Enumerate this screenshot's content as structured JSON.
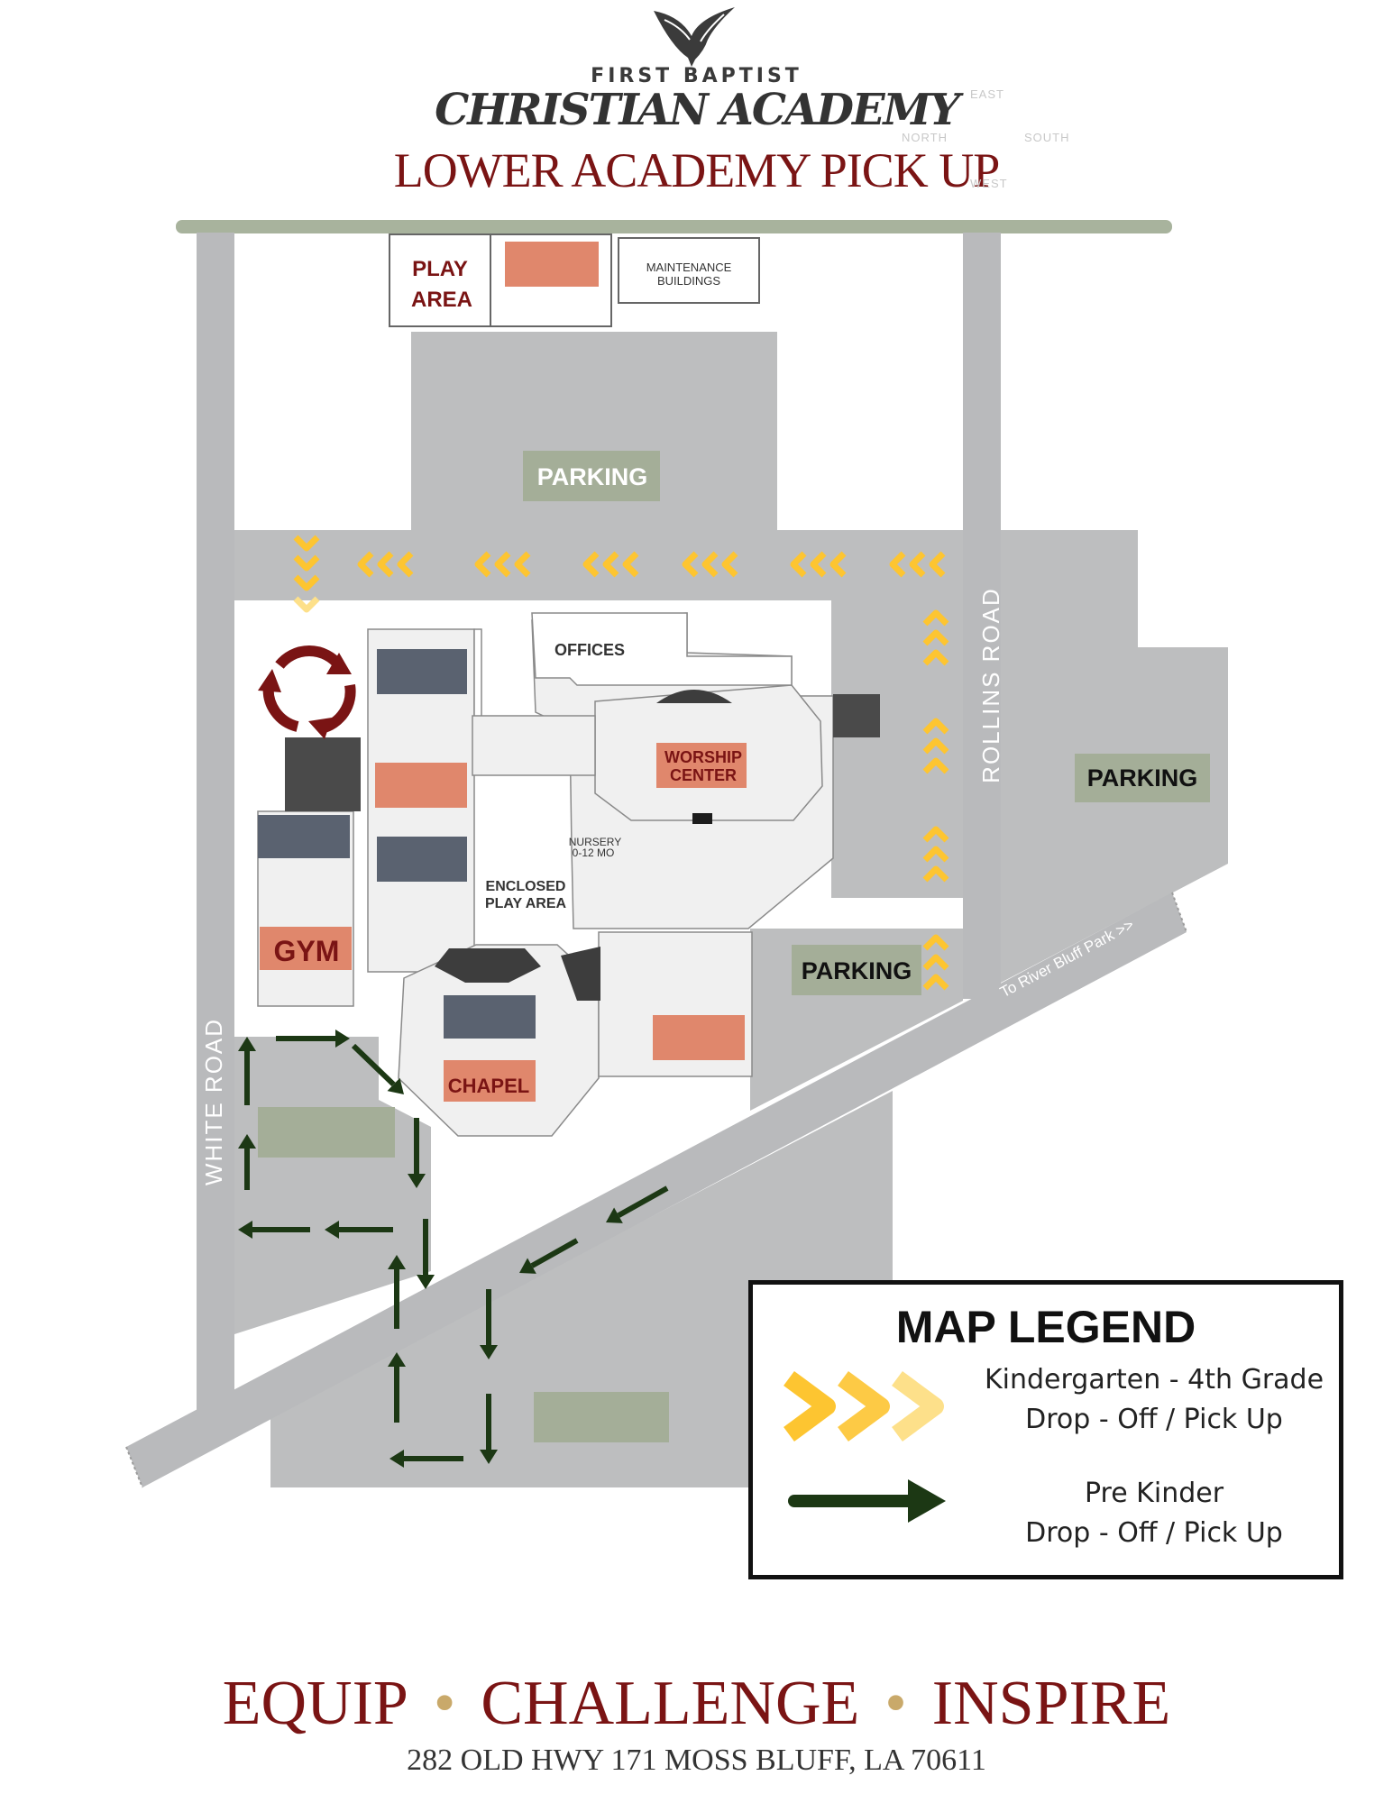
{
  "header": {
    "brand_top": "FIRST BAPTIST",
    "brand_script": "CHRISTIAN ACADEMY",
    "title": "LOWER ACADEMY PICK UP",
    "compass": {
      "east": "EAST",
      "north": "NORTH",
      "south": "SOUTH",
      "west": "WEST"
    }
  },
  "map": {
    "labels": {
      "play_area_1": "PLAY",
      "play_area_2": "AREA",
      "maintenance_1": "MAINTENANCE",
      "maintenance_2": "BUILDINGS",
      "parking_top": "PARKING",
      "parking_right": "PARKING",
      "parking_center": "PARKING",
      "offices": "OFFICES",
      "worship_1": "WORSHIP",
      "worship_2": "CENTER",
      "nursery_1": "NURSERY",
      "nursery_2": "0-12 MO",
      "enclosed_1": "ENCLOSED",
      "enclosed_2": "PLAY AREA",
      "gym": "GYM",
      "chapel": "CHAPEL",
      "rollins_road": "ROLLINS ROAD",
      "white_road": "WHITE ROAD",
      "river_bluff": "To River Bluff Park >>"
    },
    "colors": {
      "road": "#b9babc",
      "parking_lot": "#bdbebf",
      "parking_sign": "#a4ae98",
      "top_strip": "#a8b39d",
      "orange_block": "#e0876c",
      "slate_block": "#5a6270",
      "yellow_arrow": "#fdc531",
      "green_arrow": "#1c3814",
      "maroon": "#7a1414"
    }
  },
  "legend": {
    "title": "MAP LEGEND",
    "k4_line1": "Kindergarten - 4th Grade",
    "k4_line2": "Drop - Off / Pick Up",
    "prek_line1": "Pre Kinder",
    "prek_line2": "Drop - Off / Pick Up"
  },
  "footer": {
    "motto": [
      "EQUIP",
      "CHALLENGE",
      "INSPIRE"
    ],
    "address": "282 OLD HWY 171 MOSS BLUFF, LA 70611"
  }
}
